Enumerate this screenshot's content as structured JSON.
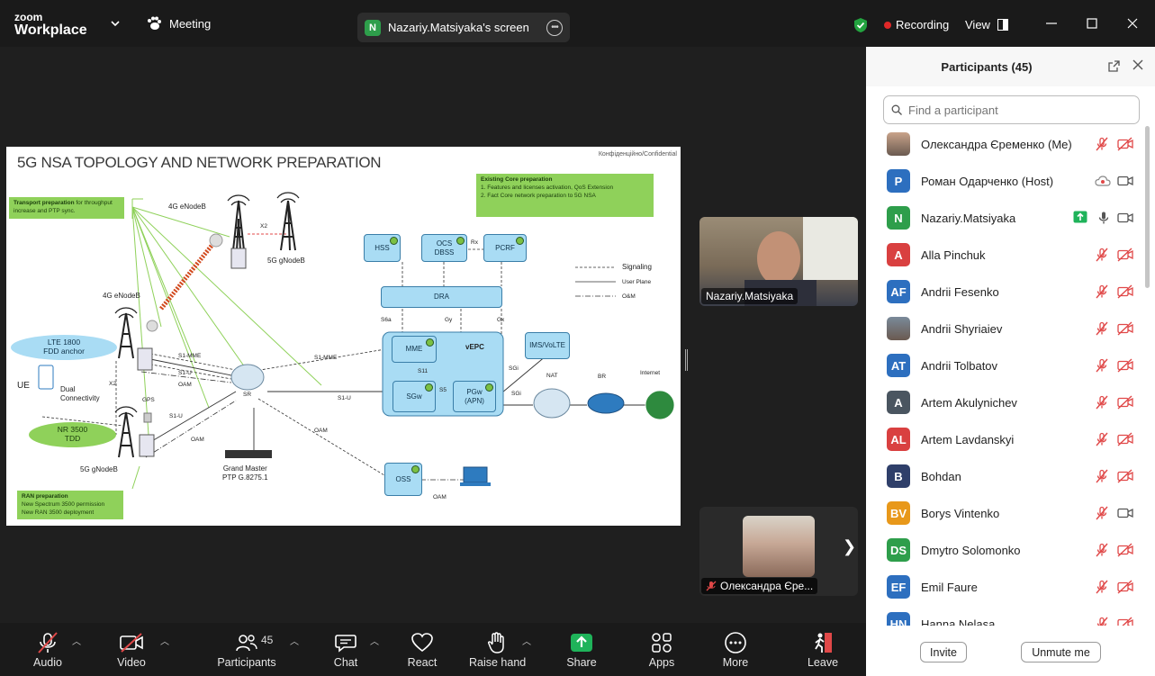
{
  "titlebar": {
    "brand_small": "zoom",
    "brand_big": "Workplace",
    "meeting_label": "Meeting",
    "share_badge": "N",
    "share_label": "Nazariy.Matsiyaka's screen",
    "recording_label": "Recording",
    "view_label": "View"
  },
  "slide": {
    "title": "5G NSA TOPOLOGY AND NETWORK PREPARATION",
    "confidential": "Конфіденційно/Confidential",
    "transport_title": "Transport preparation",
    "transport_text": " for throughput increase and PTP sync.",
    "core_title": "Existing Core preparation",
    "core_items": [
      "1.    Features and licenses activation, QoS Extension",
      "2.    Fact Core network preparation to 5G NSA"
    ],
    "ran_title": "RAN preparation",
    "ran_items": [
      "New Spectrum 3500 permission",
      "New RAN 3500 deployment"
    ],
    "labels": {
      "enodeb_top": "4G eNodeB",
      "gnodeb_top": "5G gNodeB",
      "x2_top": "X2",
      "enodeb_left": "4G eNodeB",
      "gnodeb_left": "5G gNodeB",
      "lte": "LTE 1800\nFDD anchor",
      "nr": "NR 3500\nTDD",
      "ue": "UE",
      "dual": "Dual\nConnectivity",
      "x2_left": "X2",
      "gps": "GPS",
      "s1mme_a": "S1-MME",
      "s1u_a": "S1-U",
      "oam_a": "OAM",
      "s1u_b": "S1-U",
      "oam_b": "OAM",
      "sr": "SR",
      "grand_master": "Grand Master\nPTP G.8275.1",
      "s1mme_c": "S1-MME",
      "s1u_c": "S1-U",
      "oam_c": "OAM",
      "oam_d": "OAM",
      "hss": "HSS",
      "ocs": "OCS\nDBSS",
      "rx": "Rx",
      "pcrf": "PCRF",
      "dra": "DRA",
      "s6a": "S6a",
      "gy": "Gy",
      "gx": "Gx",
      "mme": "MME",
      "vepc": "vEPC",
      "s11": "S11",
      "sgw": "SGw",
      "s5": "S5",
      "pgw": "PGw\n(APN)",
      "ims": "IMS/VoLTE",
      "sgi_a": "SGi",
      "sgi_b": "SGi",
      "nat": "NAT",
      "br": "BR",
      "internet": "Internet",
      "oss": "OSS",
      "legend_signaling": "Signaling",
      "legend_userplane": "User Plane",
      "legend_oam": "O&M"
    }
  },
  "videos": [
    {
      "name": "Nazariy.Matsiyaka"
    },
    {
      "name": "Олександра Єре..."
    }
  ],
  "panel": {
    "title": "Participants (45)",
    "search_placeholder": "Find a participant",
    "participants": [
      {
        "name": "Олександра Єременко (Me)",
        "initials": "",
        "color": "#c9a38a",
        "photo": true,
        "icon1": "mic-muted",
        "icon2": "video-off"
      },
      {
        "name": "Роман Одарченко (Host)",
        "initials": "P",
        "color": "#2d6fbf",
        "icon1": "cloud",
        "icon2": "video"
      },
      {
        "name": "Nazariy.Matsiyaka",
        "initials": "N",
        "color": "#2e9e4b",
        "icon1": "share",
        "icon2": "mic",
        "icon3": "video"
      },
      {
        "name": "Alla Pinchuk",
        "initials": "A",
        "color": "#d94040",
        "icon1": "mic-muted",
        "icon2": "video-off"
      },
      {
        "name": "Andrii Fesenko",
        "initials": "AF",
        "color": "#2d6fbf",
        "icon1": "mic-muted",
        "icon2": "video-off"
      },
      {
        "name": "Andrii Shyriaiev",
        "initials": "",
        "color": "#7a8a9a",
        "photo": true,
        "icon1": "mic-muted",
        "icon2": "video-off"
      },
      {
        "name": "Andrii Tolbatov",
        "initials": "AT",
        "color": "#2d6fbf",
        "icon1": "mic-muted",
        "icon2": "video-off"
      },
      {
        "name": "Artem Akulynichev",
        "initials": "A",
        "color": "#4a5560",
        "icon1": "mic-muted",
        "icon2": "video-off"
      },
      {
        "name": "Artem Lavdanskyi",
        "initials": "AL",
        "color": "#d94040",
        "icon1": "mic-muted",
        "icon2": "video-off"
      },
      {
        "name": "Bohdan",
        "initials": "B",
        "color": "#2f3f6a",
        "icon1": "mic-muted",
        "icon2": "video-off"
      },
      {
        "name": "Borys Vintenko",
        "initials": "BV",
        "color": "#e8981a",
        "icon1": "mic-muted",
        "icon2": "video"
      },
      {
        "name": "Dmytro Solomonko",
        "initials": "DS",
        "color": "#2e9e4b",
        "icon1": "mic-muted",
        "icon2": "video-off"
      },
      {
        "name": "Emil Faure",
        "initials": "EF",
        "color": "#2d6fbf",
        "icon1": "mic-muted",
        "icon2": "video-off"
      },
      {
        "name": "Hanna Nelasa",
        "initials": "HN",
        "color": "#2d6fbf",
        "icon1": "mic-muted",
        "icon2": "video-off"
      }
    ],
    "invite_label": "Invite",
    "unmute_label": "Unmute me"
  },
  "toolbar": {
    "audio": "Audio",
    "video": "Video",
    "participants": "Participants",
    "participants_count": "45",
    "chat": "Chat",
    "react": "React",
    "raise_hand": "Raise hand",
    "share": "Share",
    "apps": "Apps",
    "more": "More",
    "leave": "Leave"
  },
  "colors": {
    "share_green": "#1fb35a",
    "muted_red": "#e04848",
    "leave_red": "#e04848"
  }
}
